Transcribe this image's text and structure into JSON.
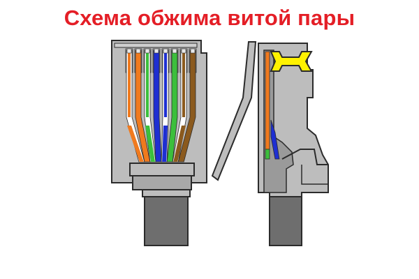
{
  "title": "Схема обжима витой пары",
  "colors": {
    "title": "#e41e26",
    "connector_body": "#bdbdbd",
    "connector_dark": "#8f8f8f",
    "cable": "#6e6e6e",
    "outline": "#2b2b2b",
    "latch_clip": "#fff200",
    "orange": "#f07a1e",
    "green": "#3cbf3c",
    "blue": "#1e2fd2",
    "brown": "#8b5a1e",
    "white": "#ffffff"
  },
  "wires": [
    {
      "pin": 1,
      "stripe": "orange"
    },
    {
      "pin": 2,
      "solid": "orange"
    },
    {
      "pin": 3,
      "stripe": "green"
    },
    {
      "pin": 4,
      "solid": "blue"
    },
    {
      "pin": 5,
      "stripe": "blue"
    },
    {
      "pin": 6,
      "solid": "green"
    },
    {
      "pin": 7,
      "stripe": "brown"
    },
    {
      "pin": 8,
      "solid": "brown"
    }
  ]
}
